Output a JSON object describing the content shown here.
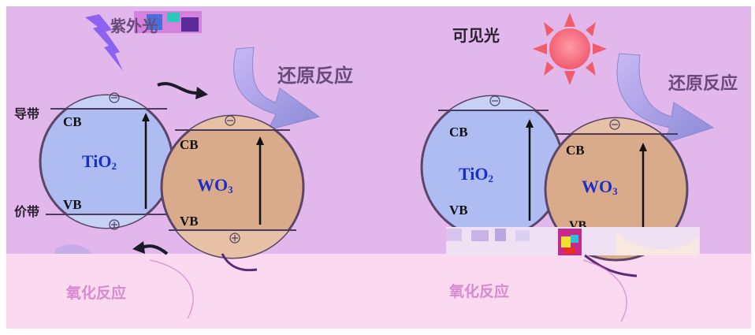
{
  "left_panel": {
    "uv_label": "紫外光",
    "reduction_label": "还原反应",
    "oxidation_label": "氧化反应",
    "conduction_band_label": "导带",
    "valence_band_label": "价带",
    "tio2": {
      "name": "TiO",
      "subscript": "2",
      "cb": "CB",
      "vb": "VB",
      "electron": "⊖",
      "hole": "⊕"
    },
    "wo3": {
      "name": "WO",
      "subscript": "3",
      "cb": "CB",
      "vb": "VB",
      "electron": "⊖",
      "hole": "⊕"
    }
  },
  "right_panel": {
    "visible_label": "可见光",
    "reduction_label": "还原反应",
    "oxidation_label": "氧化反应",
    "tio2": {
      "name": "TiO",
      "subscript": "2",
      "cb": "CB",
      "vb": "VB",
      "electron": "⊖"
    },
    "wo3": {
      "name": "WO",
      "subscript": "3",
      "cb": "CB",
      "vb": "VB",
      "electron": "⊖"
    }
  },
  "colors": {
    "background": "#e2b8ec",
    "lower_band": "#fbd9f1",
    "tio2_fill": "#aebcf2",
    "wo3_fill": "#d9ab8b",
    "outline": "#5b4568",
    "reduction_text": "#6a4a7a",
    "oxidation_text": "#d48ccd",
    "label_blue": "#1b2fc7",
    "sun": "#f15b6e",
    "lightning": "#8c62f0"
  }
}
